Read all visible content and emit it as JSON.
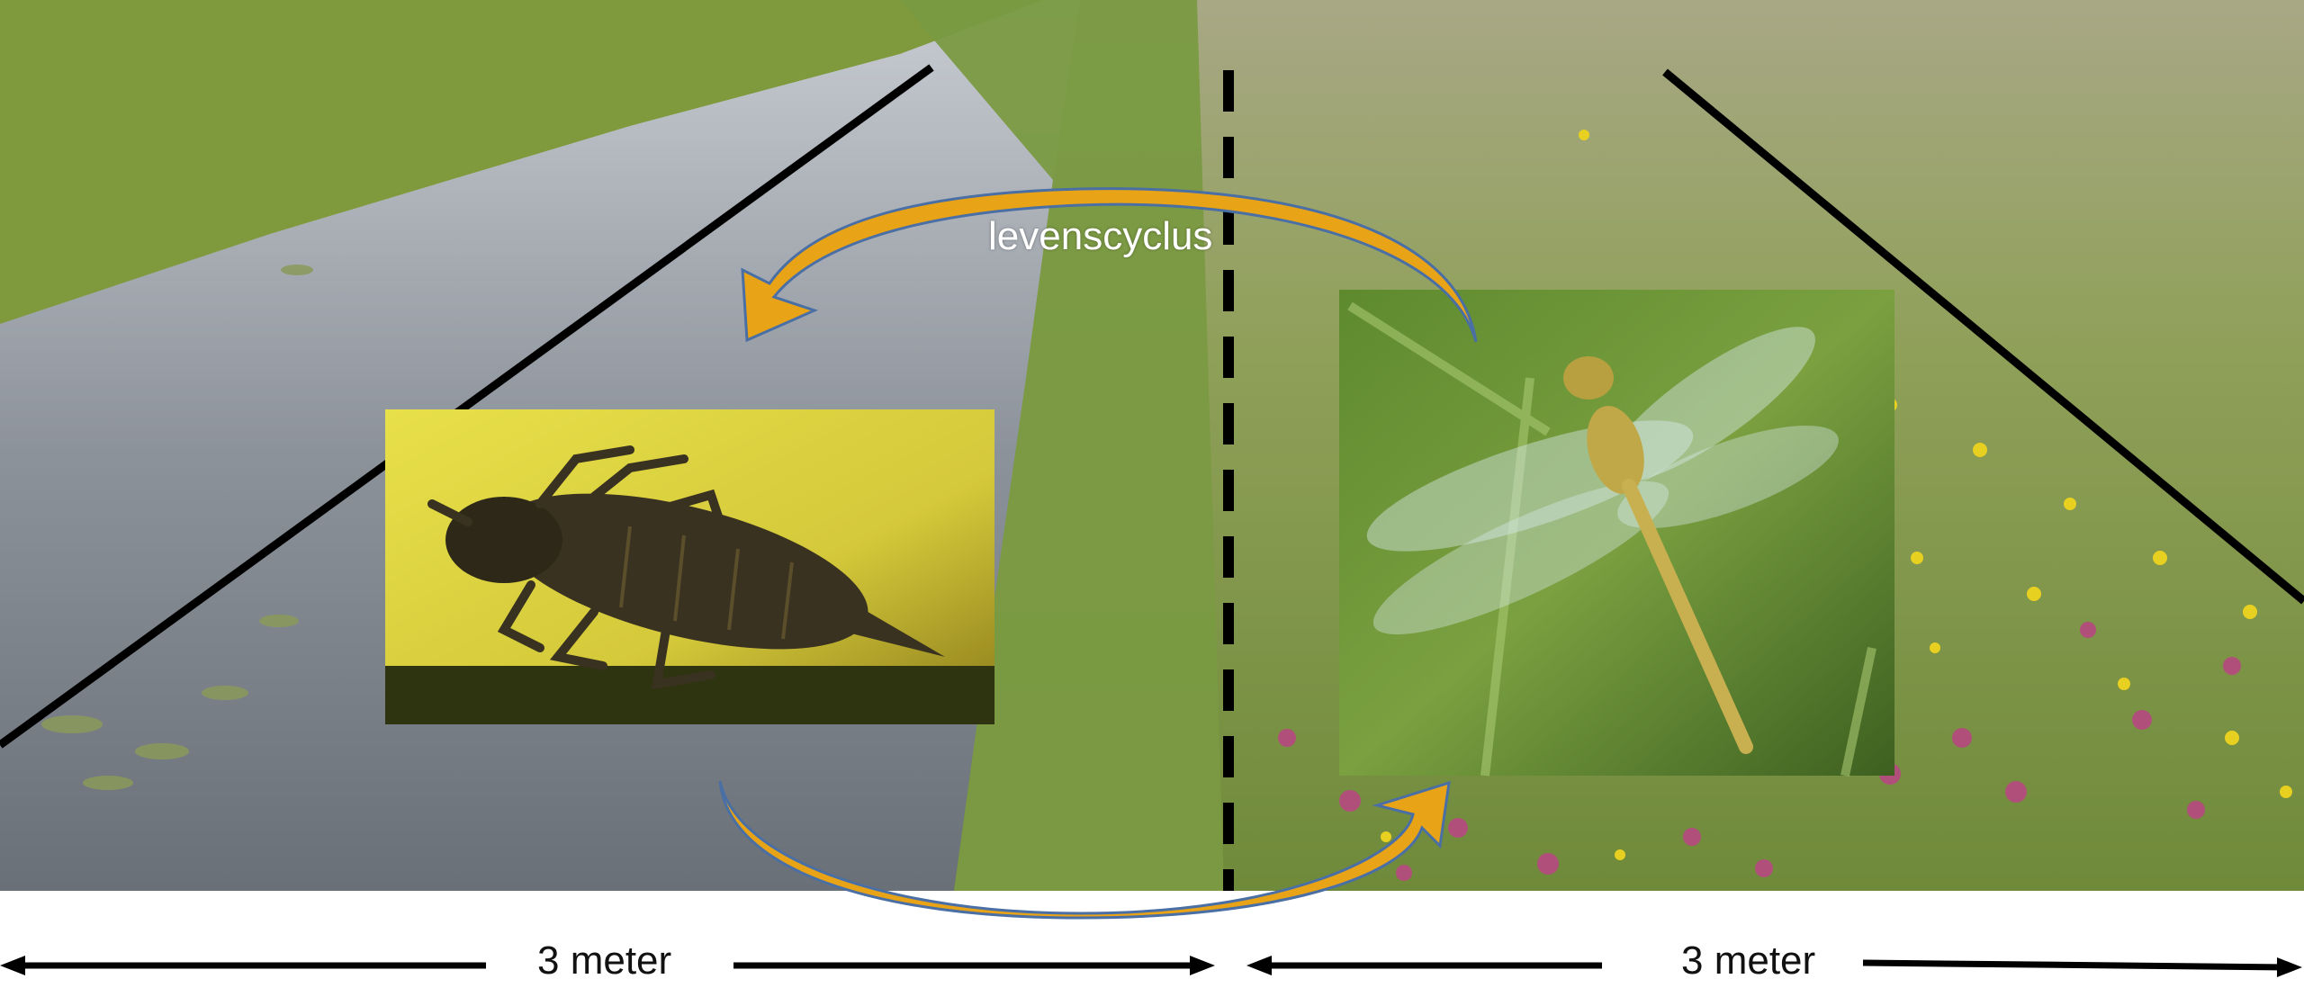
{
  "cycle_label": "levenscyclus",
  "left_distance_label": "3 meter",
  "right_distance_label": "3 meter",
  "colors": {
    "arrow_orange": "#e8a317",
    "arrow_outline": "#4a6fa5",
    "line_black": "#000000",
    "water": "#8a9098",
    "grass": "#6f8e3a",
    "meadow": "#8da055",
    "clover": "#b0507a",
    "buttercup": "#e8d020"
  },
  "images": {
    "left_inset": "dragonfly-larva-photo",
    "right_inset": "dragonfly-adult-photo"
  }
}
